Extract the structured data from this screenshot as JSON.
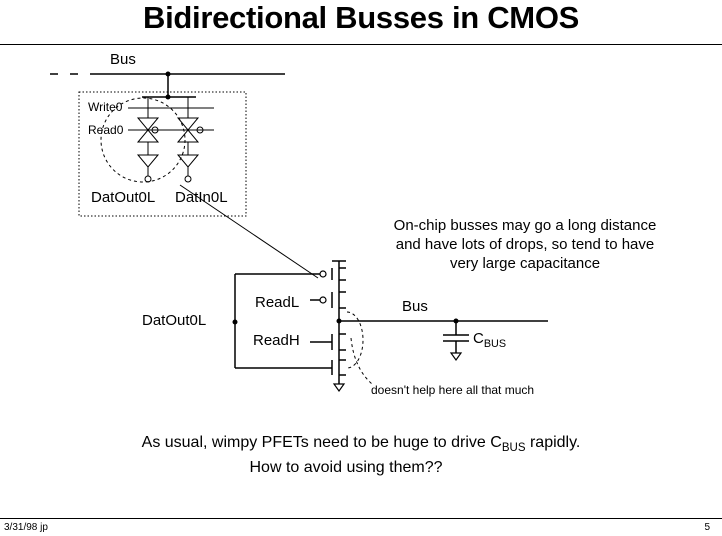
{
  "title": "Bidirectional Busses in CMOS",
  "top_diagram": {
    "bus_label": "Bus",
    "write_label": "Write0",
    "read_label": "Read0",
    "dataout_label": "DatOut0L",
    "datain_label": "DatIn0L"
  },
  "annotation": {
    "line1": "On-chip busses may go a long distance",
    "line2": "and have lots of drops, so tend to have",
    "line3": "very large capacitance"
  },
  "driver": {
    "dataout_label": "DatOut0L",
    "readl_label": "ReadL",
    "readh_label": "ReadH",
    "bus_label": "Bus",
    "cap_label_main": "C",
    "cap_label_sub": "BUS",
    "note": "doesn't help here all that much"
  },
  "caption": {
    "line1_pre": "As usual, wimpy PFETs need to be huge to drive C",
    "line1_sub": "BUS",
    "line1_post": " rapidly.",
    "line2": "How to avoid using them??"
  },
  "footer": {
    "left": "3/31/98 jp",
    "right": "5"
  }
}
